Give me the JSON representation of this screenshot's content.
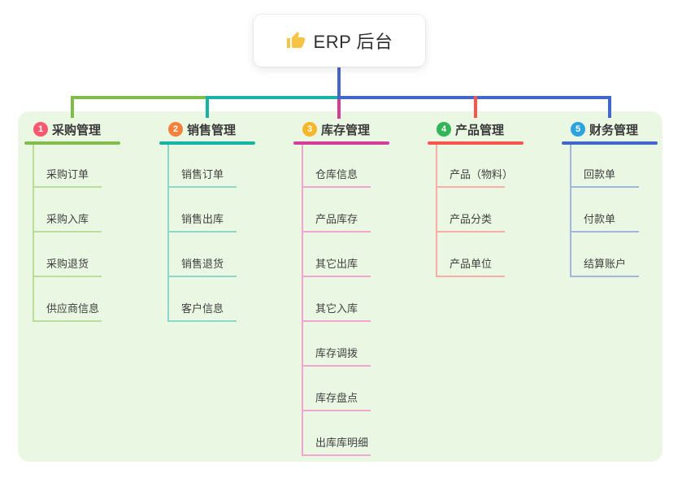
{
  "root": {
    "label": "ERP 后台",
    "icon": "thumbs-up-icon",
    "icon_color": "#f6c344",
    "stem_color": "#4666c8"
  },
  "panel": {
    "background": "#eaf7e3"
  },
  "branches": [
    {
      "number": "1",
      "label": "采购管理",
      "badge_color": "#f8596e",
      "line_color": "#7fbc4c",
      "child_line_color": "#bade99",
      "children": [
        "采购订单",
        "采购入库",
        "采购退货",
        "供应商信息"
      ]
    },
    {
      "number": "2",
      "label": "销售管理",
      "badge_color": "#f5813c",
      "line_color": "#16b3a5",
      "child_line_color": "#8ad8cc",
      "children": [
        "销售订单",
        "销售出库",
        "销售退货",
        "客户信息"
      ]
    },
    {
      "number": "3",
      "label": "库存管理",
      "badge_color": "#f8b62c",
      "line_color": "#d33d98",
      "child_line_color": "#f2a4d0",
      "children": [
        "仓库信息",
        "产品库存",
        "其它出库",
        "其它入库",
        "库存调拨",
        "库存盘点",
        "出库库明细"
      ]
    },
    {
      "number": "4",
      "label": "产品管理",
      "badge_color": "#32b457",
      "line_color": "#f8554f",
      "child_line_color": "#fcaca6",
      "children": [
        "产品（物料）",
        "产品分类",
        "产品单位"
      ]
    },
    {
      "number": "5",
      "label": "财务管理",
      "badge_color": "#2ba3dd",
      "line_color": "#4067c9",
      "child_line_color": "#a2b6e2",
      "children": [
        "回款单",
        "付款单",
        "结算账户"
      ]
    }
  ]
}
